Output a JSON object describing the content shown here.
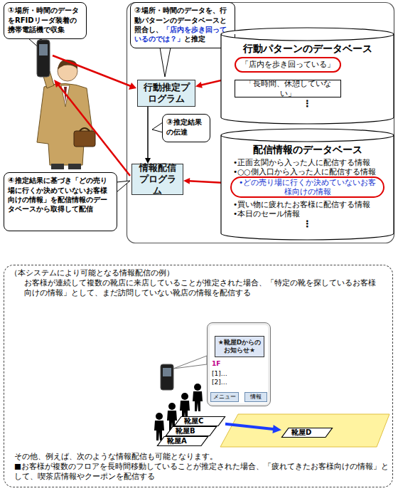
{
  "diagram": {
    "nodes": [
      {
        "text": [
          "①",
          "場所・時間のデータをRFIDリーダ装着の携帯電話機で収集"
        ]
      },
      {
        "text": [
          "②",
          "場所・時間のデータを、行動パターンのデータベースと照合し、",
          "「店内を歩き回っているのでは？」",
          "と推定"
        ]
      },
      {
        "text": [
          "行動推定プログラム"
        ]
      },
      {
        "text": [
          "行動パターンのデータベース",
          "⋮"
        ]
      },
      {
        "text": [
          "「店内を歩き回っている」"
        ],
        "in": 3
      },
      {
        "text": [
          "「長時間、休憩していない」"
        ],
        "in": 3
      },
      {
        "text": [
          "③",
          "推定結果の伝達"
        ]
      },
      {
        "text": [
          "配信情報のデータベース",
          "•正面玄関から入った人に配信する情報",
          "•○○側入口から入った人に配信する情報",
          "•買い物に疲れたお客様に配信する情報",
          "•本日のセール情報",
          "⋮"
        ]
      },
      {
        "text": [
          "•どの売り場に行くか決めていないお客様向けの情報"
        ],
        "in": 7
      },
      {
        "text": [
          "情報配信プログラム"
        ]
      },
      {
        "text": [
          "④",
          "推定結果に基づき「どの売り場に行くか決めていないお客様向けの情報」を配信情報のデータベースから取得して配信"
        ]
      },
      {
        "text": [
          "（本システムにより可能となる情報配信の例）",
          "お客様が連続して複数の靴店に来店していることが推定された場合、「特定の靴を探しているお客様向けの情報」として、まだ訪問していない靴店の情報を配信する",
          "その他、例えば、次のような情報配信も可能となります。",
          "■お客様が複数のフロアを長時間移動していることが推定された場合、「疲れてきたお客様向けの情報」として、喫茶店情報やクーポンを配信する"
        ]
      },
      {
        "text": [
          "1F",
          "[1]…",
          "[2]…"
        ],
        "in": 11
      },
      {
        "text": [
          "★靴屋Dからのお知らせ★"
        ],
        "in": 12
      },
      {
        "text": [
          "メニュー"
        ],
        "in": 12
      },
      {
        "text": [
          "情報"
        ],
        "in": 12
      },
      {
        "text": [
          "靴屋A"
        ],
        "in": 11
      },
      {
        "text": [
          "靴屋B"
        ],
        "in": 11
      },
      {
        "text": [
          "靴屋C"
        ],
        "in": 11
      },
      {
        "text": [
          "靴屋D"
        ],
        "in": 11
      }
    ],
    "edges": [
      {
        "from": 2,
        "to": 4,
        "arrow": "both"
      },
      {
        "from": 2,
        "to": 9,
        "arrow": "to"
      },
      {
        "from": 9,
        "to": 8,
        "arrow": "both"
      },
      {
        "from": 18,
        "to": 19,
        "arrow": "to"
      }
    ]
  }
}
